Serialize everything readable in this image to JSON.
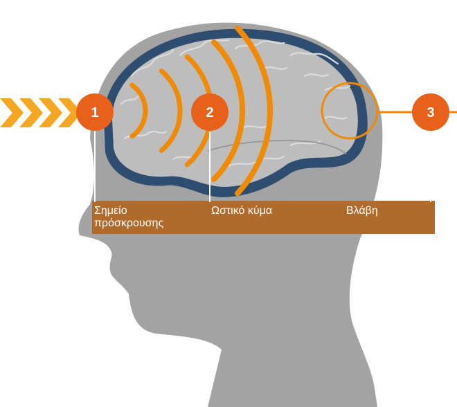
{
  "colors": {
    "head": "#a3a3a3",
    "brain_outline": "#2f4e6f",
    "brain": "#bdbdbd",
    "accent_orange": "#f08a00",
    "marker_orange": "#e8611a",
    "label_bar": "#b06a2c",
    "arrow": "#f5a623"
  },
  "markers": [
    {
      "number": "1",
      "label_lines": [
        "Σημείο",
        "πρόσκρουσης"
      ]
    },
    {
      "number": "2",
      "label_lines": [
        "Ωστικό κύμα"
      ]
    },
    {
      "number": "3",
      "label_lines": [
        "Βλάβη"
      ]
    }
  ]
}
